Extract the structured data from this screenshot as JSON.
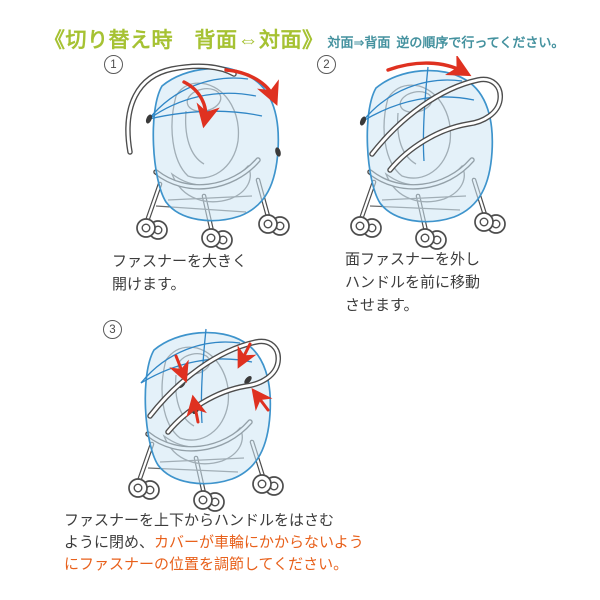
{
  "header": {
    "title": "《切り替え時　背面⇔対面》",
    "subtitle_emphasis": "対面⇒背面",
    "subtitle_rest": "逆の順序で行ってください。"
  },
  "steps": [
    {
      "number": "1",
      "caption_line1": "ファスナーを大きく",
      "caption_line2": "開けます。"
    },
    {
      "number": "2",
      "caption_line1": "面ファスナーを外し",
      "caption_line2": "ハンドルを前に移動",
      "caption_line3": "させます。"
    },
    {
      "number": "3",
      "caption_line1": "ファスナーを上下からハンドルをはさむ",
      "caption_line2_black": "ように閉め、",
      "caption_line2_warning": "カバーが車輪にかからないよう",
      "caption_line3_warning": "にファスナーの位置を調節してください。"
    }
  ],
  "colors": {
    "title_green": "#a6c233",
    "subtitle_teal": "#45929f",
    "body_text": "#3c3c3c",
    "warning_orange": "#e8611c",
    "cover_outline_blue": "#3e94cc",
    "cover_fill_blue": "#d8eaf6",
    "arrow_red": "#df3120",
    "frame_gray": "#4d4d4d"
  }
}
